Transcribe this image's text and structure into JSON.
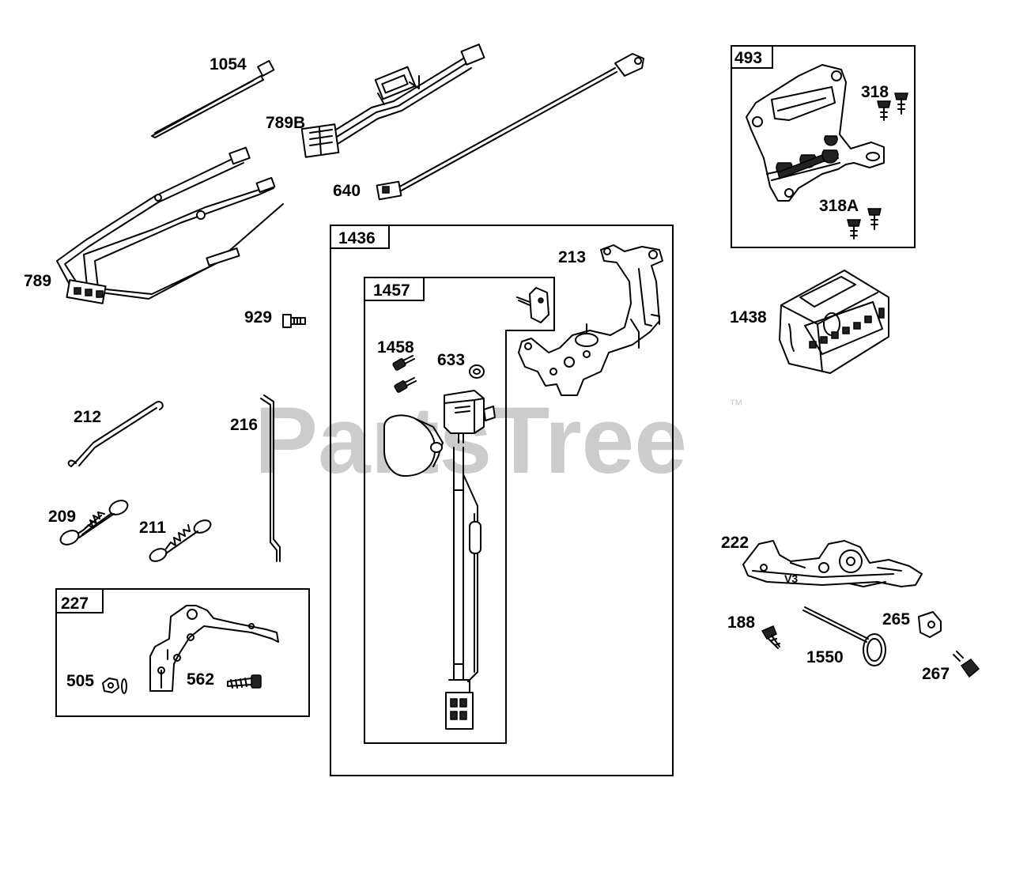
{
  "watermark": {
    "text": "PartsTree",
    "trademark": "™"
  },
  "part_labels": [
    {
      "id": "1054",
      "text": "1054"
    },
    {
      "id": "789b",
      "text": "789B"
    },
    {
      "id": "640",
      "text": "640"
    },
    {
      "id": "789",
      "text": "789"
    },
    {
      "id": "929",
      "text": "929"
    },
    {
      "id": "212",
      "text": "212"
    },
    {
      "id": "216",
      "text": "216"
    },
    {
      "id": "209",
      "text": "209"
    },
    {
      "id": "211",
      "text": "211"
    },
    {
      "id": "1458",
      "text": "1458"
    },
    {
      "id": "633",
      "text": "633"
    },
    {
      "id": "213",
      "text": "213"
    },
    {
      "id": "318",
      "text": "318"
    },
    {
      "id": "318a",
      "text": "318A"
    },
    {
      "id": "1438",
      "text": "1438"
    },
    {
      "id": "222",
      "text": "222"
    },
    {
      "id": "188",
      "text": "188"
    },
    {
      "id": "265",
      "text": "265"
    },
    {
      "id": "1550",
      "text": "1550"
    },
    {
      "id": "267",
      "text": "267"
    },
    {
      "id": "505",
      "text": "505"
    },
    {
      "id": "562",
      "text": "562"
    }
  ],
  "boxes": [
    {
      "id": "1436",
      "text": "1436"
    },
    {
      "id": "1457",
      "text": "1457"
    },
    {
      "id": "493",
      "text": "493"
    },
    {
      "id": "227",
      "text": "227"
    }
  ],
  "part_marking": "V3"
}
